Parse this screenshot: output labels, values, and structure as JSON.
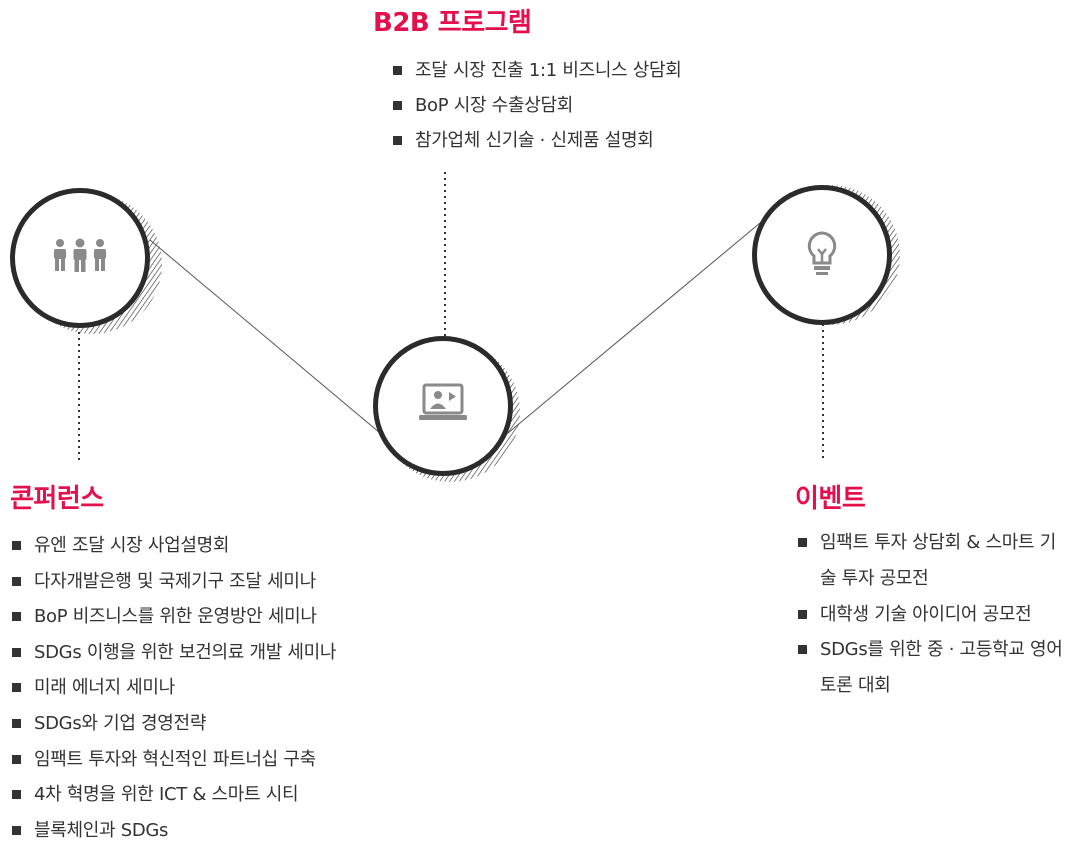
{
  "b2b": {
    "title": "B2B 프로그램",
    "icon": "laptop-video-icon",
    "items": [
      "조달 시장 진출 1:1 비즈니스 상담회",
      "BoP 시장 수출상담회",
      "참가업체 신기술 · 신제품 설명회"
    ]
  },
  "conference": {
    "title": "콘퍼런스",
    "icon": "people-group-icon",
    "items": [
      "유엔 조달 시장 사업설명회",
      "다자개발은행 및 국제기구 조달 세미나",
      "BoP 비즈니스를 위한 운영방안 세미나",
      "SDGs 이행을 위한 보건의료 개발 세미나",
      "미래 에너지 세미나",
      "SDGs와 기업 경영전략",
      "임팩트 투자와 혁신적인 파트너십 구축",
      "4차 혁명을 위한 ICT & 스마트 시티",
      "블록체인과 SDGs"
    ]
  },
  "event": {
    "title": "이벤트",
    "icon": "lightbulb-icon",
    "items": [
      "임팩트 투자 상담회 & 스마트 기술 투자 공모전",
      "대학생 기술 아이디어 공모전",
      "SDGs를 위한 중 · 고등학교 영어 토론 대회"
    ]
  },
  "colors": {
    "accent": "#e4104e",
    "circle_border": "#2b2b2b",
    "icon_gray": "#8a8a8a",
    "text": "#333333"
  }
}
